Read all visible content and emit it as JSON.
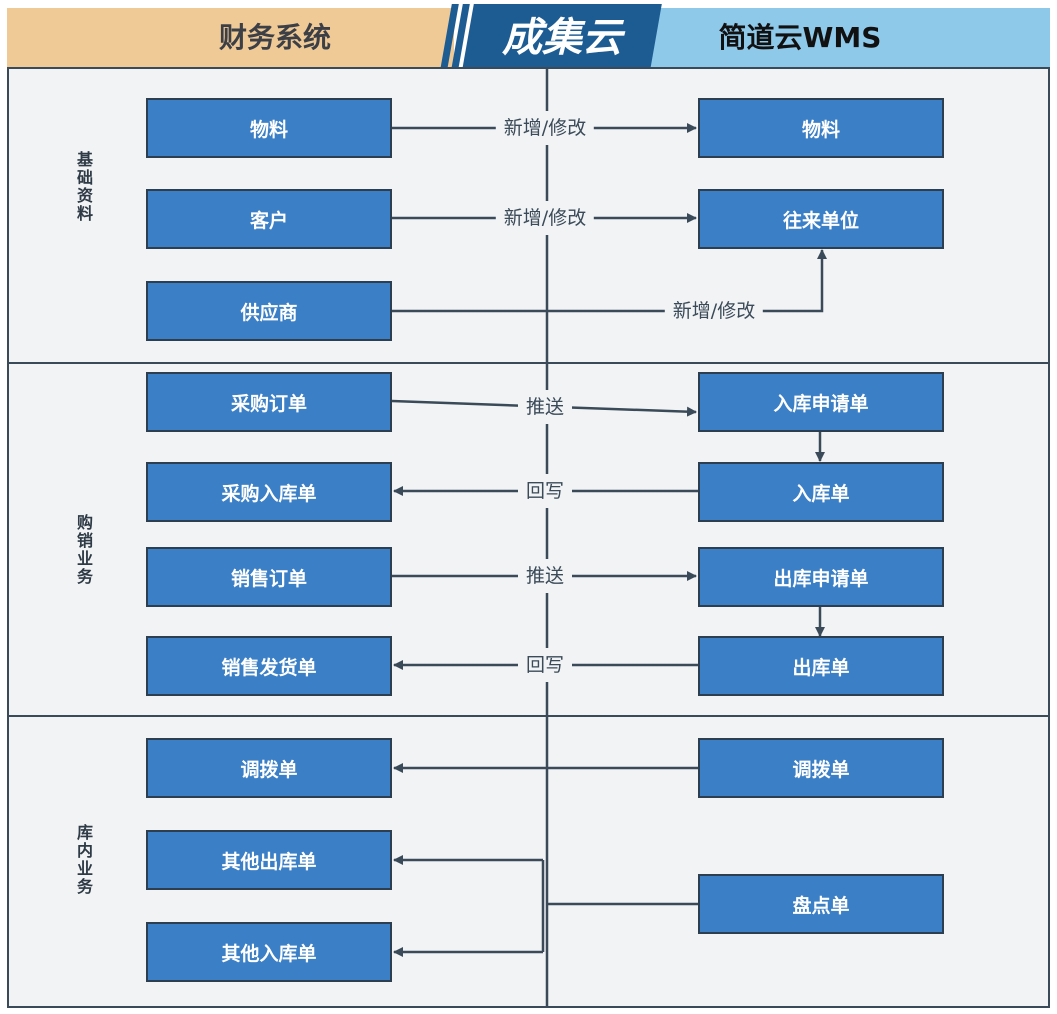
{
  "header": {
    "left_title": "财务系统",
    "center_title": "成集云",
    "right_title": "简道云WMS",
    "colors": {
      "left": "#f0ca96",
      "center": "#1d5c93",
      "right": "#8fc9ea"
    }
  },
  "sections": [
    {
      "id": "basic",
      "label": "基础资料"
    },
    {
      "id": "trade",
      "label": "购销业务"
    },
    {
      "id": "warehouse",
      "label": "库内业务"
    }
  ],
  "left_nodes": {
    "material": "物料",
    "customer": "客户",
    "supplier": "供应商",
    "purchase_order": "采购订单",
    "purchase_inbound": "采购入库单",
    "sales_order": "销售订单",
    "sales_delivery": "销售发货单",
    "transfer": "调拨单",
    "other_outbound": "其他出库单",
    "other_inbound": "其他入库单"
  },
  "right_nodes": {
    "material": "物料",
    "partner": "往来单位",
    "inbound_request": "入库申请单",
    "inbound": "入库单",
    "outbound_request": "出库申请单",
    "outbound": "出库单",
    "transfer": "调拨单",
    "stocktake": "盘点单"
  },
  "edge_labels": {
    "material_sync": "新增/修改",
    "customer_sync": "新增/修改",
    "supplier_sync": "新增/修改",
    "purchase_push": "推送",
    "purchase_writeback": "回写",
    "sales_push": "推送",
    "sales_writeback": "回写"
  },
  "colors": {
    "node": "#3b7fc6",
    "line": "#3a4a58",
    "band": "#f2f3f5"
  }
}
